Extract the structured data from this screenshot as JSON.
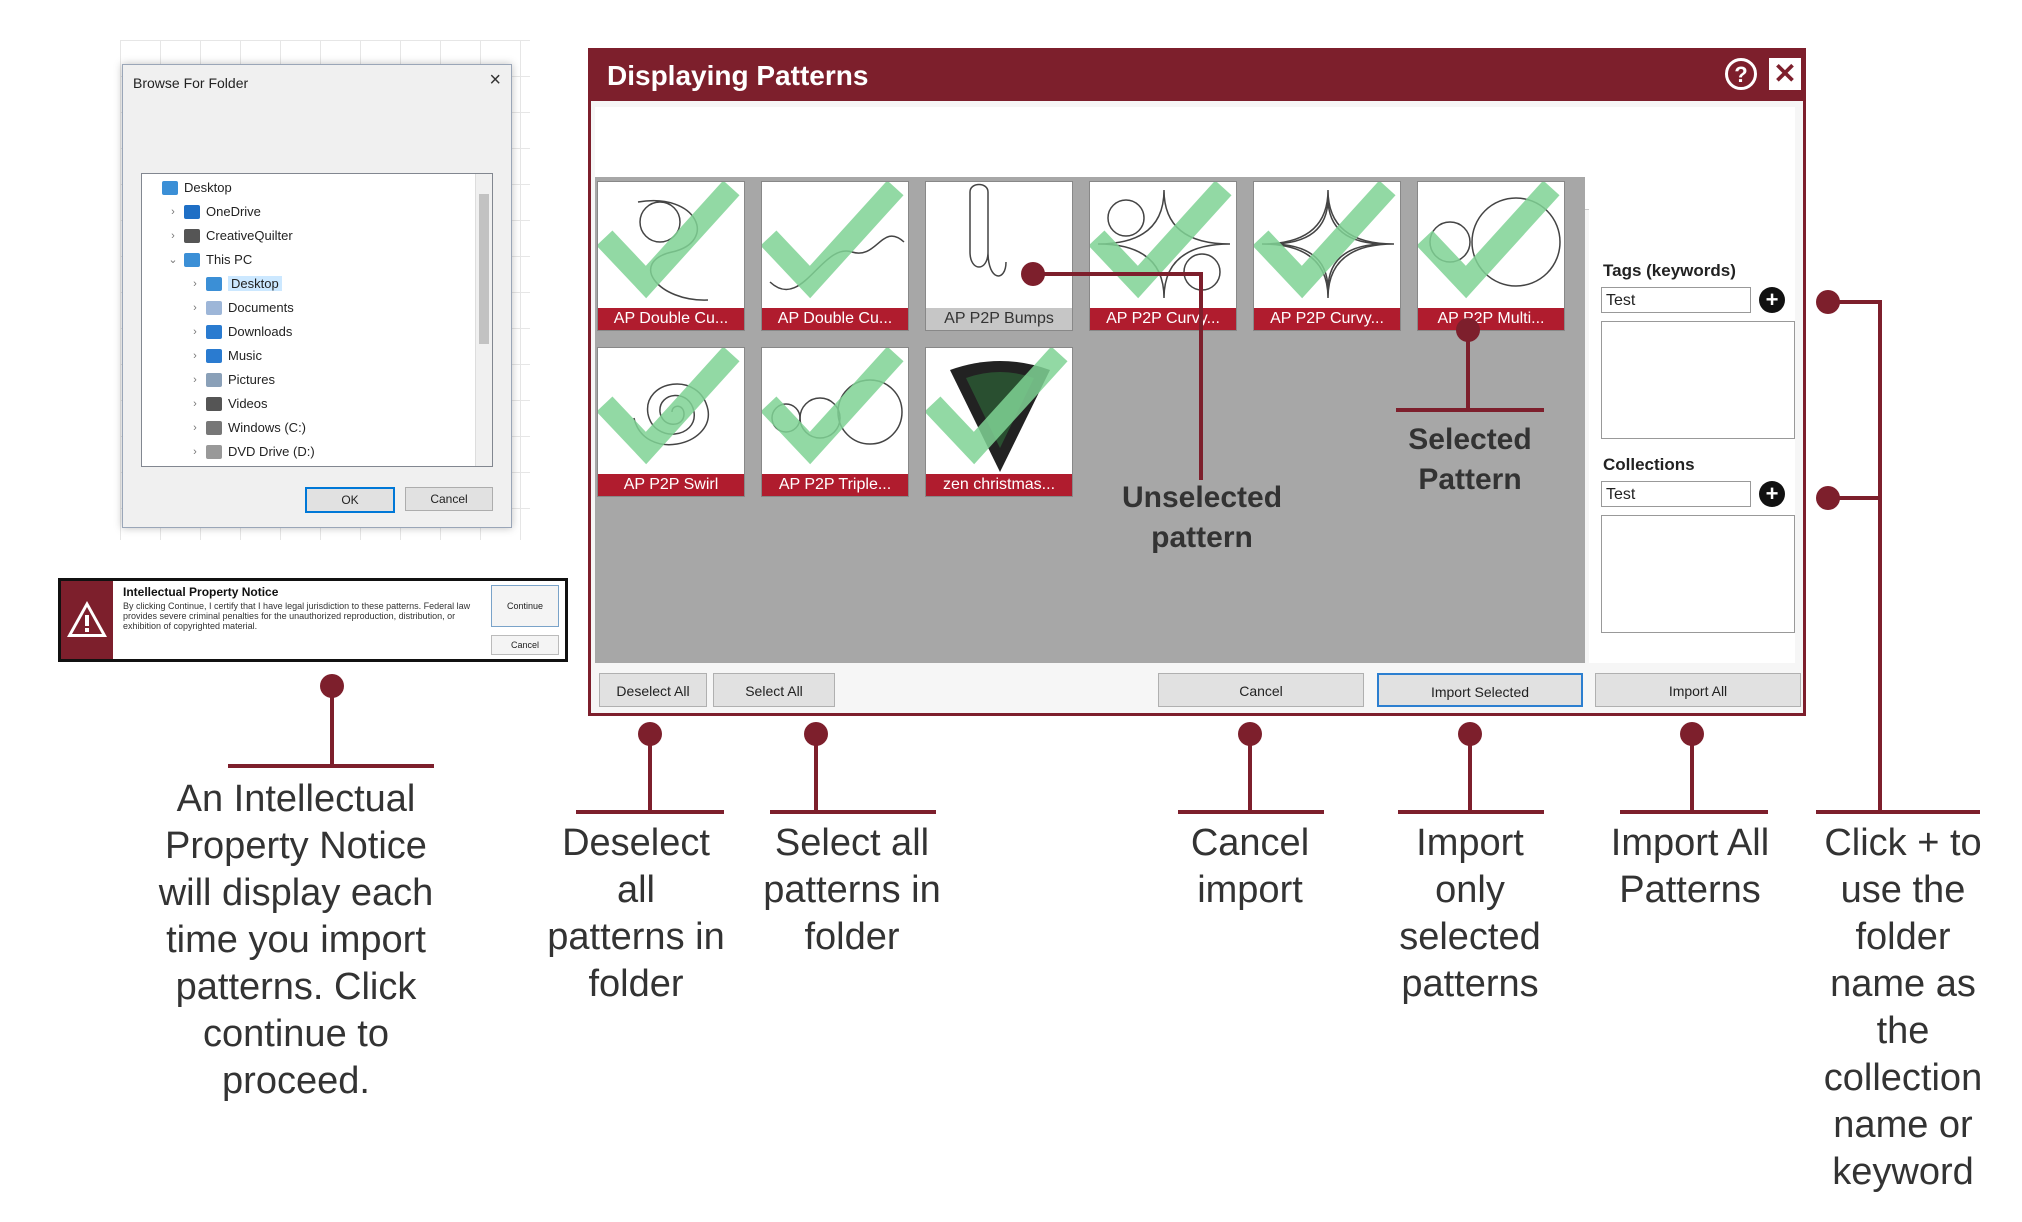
{
  "browse_dialog": {
    "title": "Browse For Folder",
    "items": [
      {
        "label": "Desktop",
        "icon": "desktop-icon",
        "color": "#3b8fd6"
      },
      {
        "label": "OneDrive",
        "icon": "cloud-icon",
        "color": "#1f6fc5"
      },
      {
        "label": "CreativeQuilter",
        "icon": "user-icon",
        "color": "#555555"
      },
      {
        "label": "This PC",
        "icon": "computer-icon",
        "color": "#3b8fd6"
      },
      {
        "label": "Desktop",
        "icon": "desktop-icon",
        "color": "#3b8fd6"
      },
      {
        "label": "Documents",
        "icon": "documents-icon",
        "color": "#9db6d8"
      },
      {
        "label": "Downloads",
        "icon": "downloads-icon",
        "color": "#2a7bd0"
      },
      {
        "label": "Music",
        "icon": "music-icon",
        "color": "#2a7bd0"
      },
      {
        "label": "Pictures",
        "icon": "pictures-icon",
        "color": "#8aa0b8"
      },
      {
        "label": "Videos",
        "icon": "videos-icon",
        "color": "#555555"
      },
      {
        "label": "Windows (C:)",
        "icon": "drive-icon",
        "color": "#777777"
      },
      {
        "label": "DVD Drive (D:)",
        "icon": "dvd-icon",
        "color": "#999999"
      }
    ],
    "ok_label": "OK",
    "cancel_label": "Cancel"
  },
  "ip_notice": {
    "title": "Intellectual Property Notice",
    "text": "By clicking Continue, I certify that I have legal jurisdiction to these patterns. Federal law provides severe criminal penalties for the unauthorized reproduction, distribution, or exhibition of copyrighted material.",
    "continue_label": "Continue",
    "cancel_label": "Cancel"
  },
  "dialog": {
    "title": "Displaying Patterns",
    "accent": "#7d1f2c",
    "patterns": [
      {
        "name": "AP Double Cu...",
        "selected": true,
        "shape": "double1"
      },
      {
        "name": "AP Double Cu...",
        "selected": true,
        "shape": "double2"
      },
      {
        "name": "AP P2P Bumps",
        "selected": false,
        "shape": "bumps"
      },
      {
        "name": "AP P2P Curvy...",
        "selected": true,
        "shape": "curvy1"
      },
      {
        "name": "AP P2P Curvy...",
        "selected": true,
        "shape": "curvy2"
      },
      {
        "name": "AP P2P Multi...",
        "selected": true,
        "shape": "multi"
      },
      {
        "name": "AP P2P Swirl",
        "selected": true,
        "shape": "swirl"
      },
      {
        "name": "AP P2P Triple...",
        "selected": true,
        "shape": "triple"
      },
      {
        "name": "zen christmas...",
        "selected": true,
        "shape": "zen"
      }
    ],
    "tags_label": "Tags (keywords)",
    "tags_value": "Test",
    "collections_label": "Collections",
    "collections_value": "Test",
    "buttons": {
      "deselect_all": "Deselect All",
      "select_all": "Select All",
      "cancel": "Cancel",
      "import_selected": "Import Selected",
      "import_all": "Import All"
    }
  },
  "callouts": {
    "unselected": "Unselected pattern",
    "selected": "Selected Pattern",
    "ip_notice": "An Intellectual Property Notice will display each time you import patterns. Click continue to proceed.",
    "deselect": "Deselect all patterns in folder",
    "select": "Select all patterns in folder",
    "cancel": "Cancel import",
    "import_selected": "Import only selected patterns",
    "import_all": "Import All Patterns",
    "plus": "Click + to use the folder name as the collection name or keyword"
  }
}
